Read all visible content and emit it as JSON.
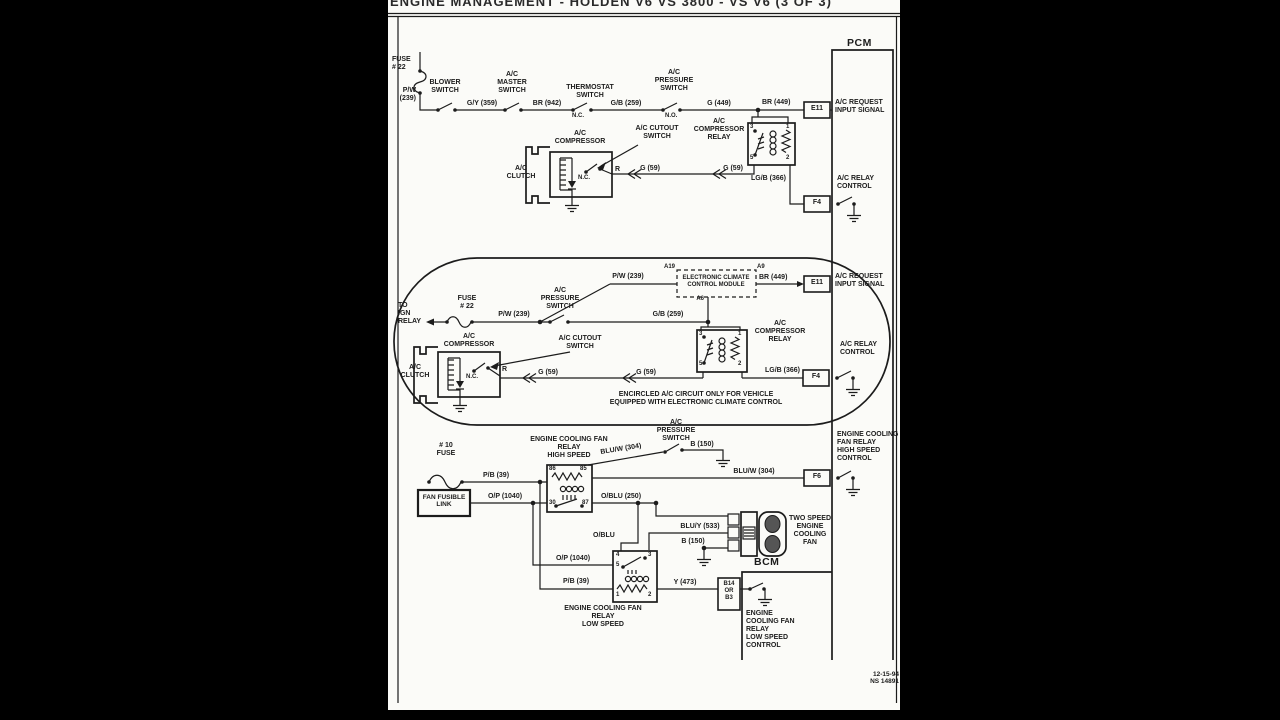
{
  "title": "ENGINE MANAGEMENT - HOLDEN V6 VS 3800 - VS V6 (3 OF 3)",
  "pcm": {
    "label": "PCM",
    "e11": "E11",
    "f4": "F4",
    "f6": "F6",
    "request_signal": "A/C REQUEST\nINPUT SIGNAL",
    "relay_control": "A/C RELAY\nCONTROL",
    "fan_high_control": "ENGINE COOLING\nFAN RELAY\nHIGH SPEED\nCONTROL"
  },
  "bcm": {
    "label": "BCM",
    "connector": "B14\nOR\nB3",
    "fan_low_control": "ENGINE\nCOOLING FAN\nRELAY\nLOW SPEED\nCONTROL"
  },
  "ac_circuit": {
    "fuse": "FUSE\n# 22",
    "wire_pw": "P/W\n(239)",
    "blower_switch": "BLOWER\nSWITCH",
    "wire_gy359": "G/Y (359)",
    "master_switch": "A/C\nMASTER\nSWITCH",
    "wire_br942": "BR (942)",
    "thermostat_switch": "THERMOSTAT\nSWITCH",
    "nc": "N.C.",
    "wire_gb259": "G/B (259)",
    "pressure_switch": "A/C\nPRESSURE\nSWITCH",
    "no": "N.O.",
    "wire_g449": "G (449)",
    "wire_br449": "BR (449)",
    "compressor_relay": "A/C\nCOMPRESSOR\nRELAY",
    "cutout_switch": "A/C CUTOUT\nSWITCH",
    "compressor": "A/C\nCOMPRESSOR",
    "clutch": "A/C\nCLUTCH",
    "wire_r": "R",
    "wire_g59": "G (59)",
    "wire_lgb366": "LG/B (366)",
    "relay_pins": {
      "p3": "3",
      "p1": "1",
      "p5": "5",
      "p2": "2"
    }
  },
  "climate_circuit": {
    "to_ign_relay": "TO\nIGN\nRELAY",
    "wire_pw239": "P/W (239)",
    "module": "ELECTRONIC CLIMATE\nCONTROL MODULE",
    "pin_a19": "A19",
    "pin_a9": "A9",
    "pin_a6": "A6",
    "note": "ENCIRCLED A/C CIRCUIT ONLY FOR VEHICLE\nEQUIPPED WITH ELECTRONIC CLIMATE CONTROL"
  },
  "fan_circuit": {
    "fuse": "# 10\nFUSE",
    "wire_pb39": "P/B (39)",
    "fusible_link": "FAN FUSIBLE\nLINK",
    "wire_op1040": "O/P (1040)",
    "relay_high": "ENGINE COOLING FAN\nRELAY\nHIGH SPEED",
    "high_pins": {
      "p86": "86",
      "p85": "85",
      "p30": "30",
      "p87": "87"
    },
    "wire_bluw304": "BLU/W (304)",
    "wire_b150": "B (150)",
    "wire_oblu250": "O/BLU (250)",
    "wire_oblu": "O/BLU",
    "relay_low": "ENGINE COOLING FAN\nRELAY\nLOW SPEED",
    "low_pins": {
      "p4": "4",
      "p3": "3",
      "p5": "5",
      "p1": "1",
      "p2": "2"
    },
    "wire_bluy533": "BLU/Y (533)",
    "wire_y473": "Y (473)",
    "fan": "TWO SPEED\nENGINE\nCOOLING\nFAN"
  },
  "footer": {
    "date": "12-15-94",
    "doc": "NS 14891"
  }
}
